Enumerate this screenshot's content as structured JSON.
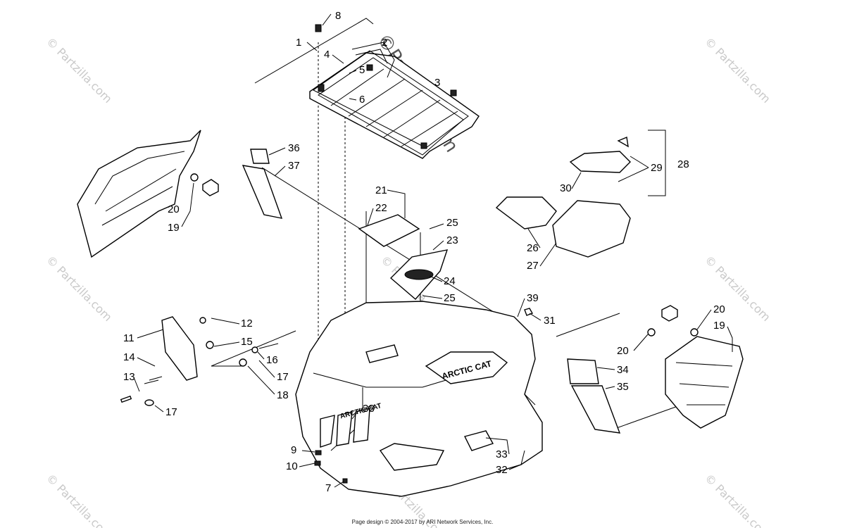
{
  "watermarks": {
    "text": "© Partzilla.com",
    "main": "©Partzilla.com"
  },
  "decal_text": "ARCTIC CAT",
  "grille_text": "ARCTIC CAT",
  "footer": "Page design © 2004-2017 by ARI Network Services, Inc.",
  "callouts": {
    "c1": "1",
    "c2": "2",
    "c3": "3",
    "c4": "4",
    "c5": "5",
    "c6": "6",
    "c7": "7",
    "c8": "8",
    "c9": "9",
    "c10": "10",
    "c11": "11",
    "c12": "12",
    "c13": "13",
    "c14": "14",
    "c15": "15",
    "c16": "16",
    "c17a": "17",
    "c17b": "17",
    "c18": "18",
    "c19a": "19",
    "c19b": "19",
    "c20a": "20",
    "c20b": "20",
    "c20c": "20",
    "c21": "21",
    "c22": "22",
    "c23": "23",
    "c24": "24",
    "c25a": "25",
    "c25b": "25",
    "c26": "26",
    "c27": "27",
    "c28": "28",
    "c29": "29",
    "c30": "30",
    "c31": "31",
    "c32": "32",
    "c33": "33",
    "c34": "34",
    "c35": "35",
    "c36": "36",
    "c37": "37",
    "c38": "38",
    "c39": "39"
  }
}
